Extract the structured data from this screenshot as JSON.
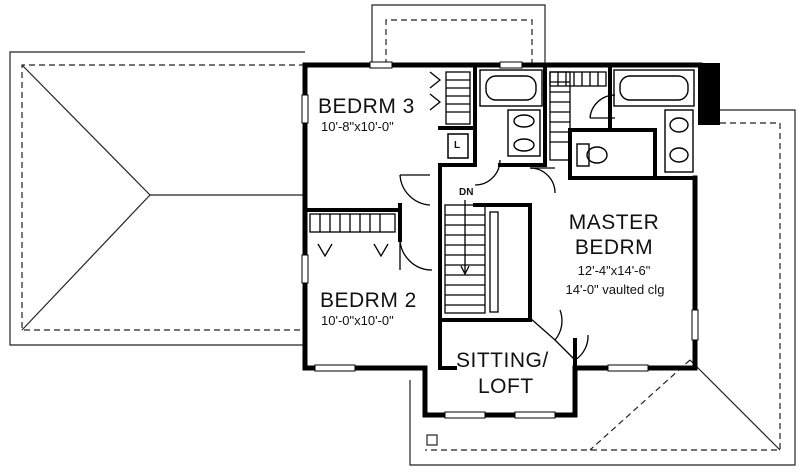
{
  "rooms": {
    "bedrm3": {
      "name": "BEDRM 3",
      "dims": "10'-8\"x10'-0\""
    },
    "bedrm2": {
      "name": "BEDRM 2",
      "dims": "10'-0\"x10'-0\""
    },
    "master": {
      "name_line1": "MASTER",
      "name_line2": "BEDRM",
      "dims": "12'-4\"x14'-6\"",
      "ceiling": "14'-0\" vaulted clg"
    },
    "sitting": {
      "line1": "SITTING/",
      "line2": "LOFT"
    }
  },
  "symbols": {
    "stair_label": "DN",
    "laundry": "L"
  }
}
